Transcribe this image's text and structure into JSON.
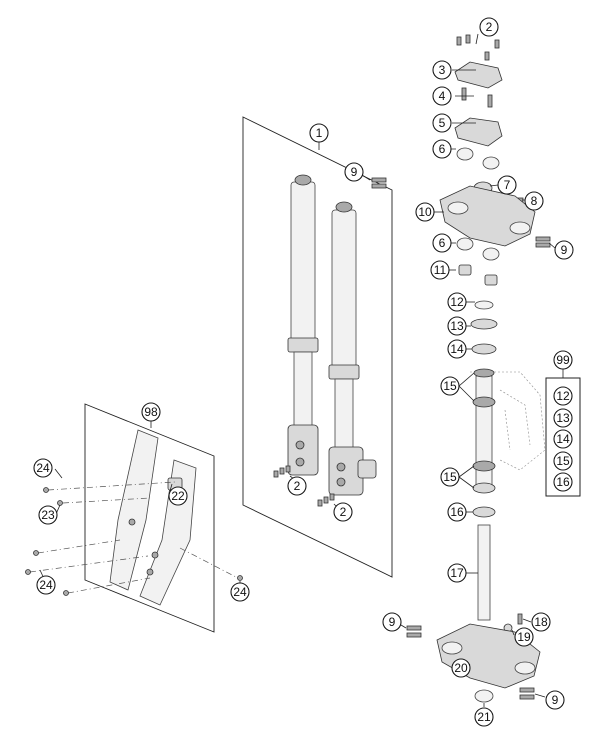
{
  "callouts": {
    "n1": "1",
    "n2": "2",
    "n3": "3",
    "n4": "4",
    "n5": "5",
    "n6": "6",
    "n7": "7",
    "n8": "8",
    "n9": "9",
    "n10": "10",
    "n11": "11",
    "n12": "12",
    "n13": "13",
    "n14": "14",
    "n15": "15",
    "n16": "16",
    "n17": "17",
    "n18": "18",
    "n19": "19",
    "n20": "20",
    "n21": "21",
    "n22": "22",
    "n23": "23",
    "n24": "24",
    "n98": "98",
    "n99": "99"
  },
  "kit": {
    "label": "99",
    "items": [
      "12",
      "13",
      "14",
      "15",
      "16"
    ]
  }
}
